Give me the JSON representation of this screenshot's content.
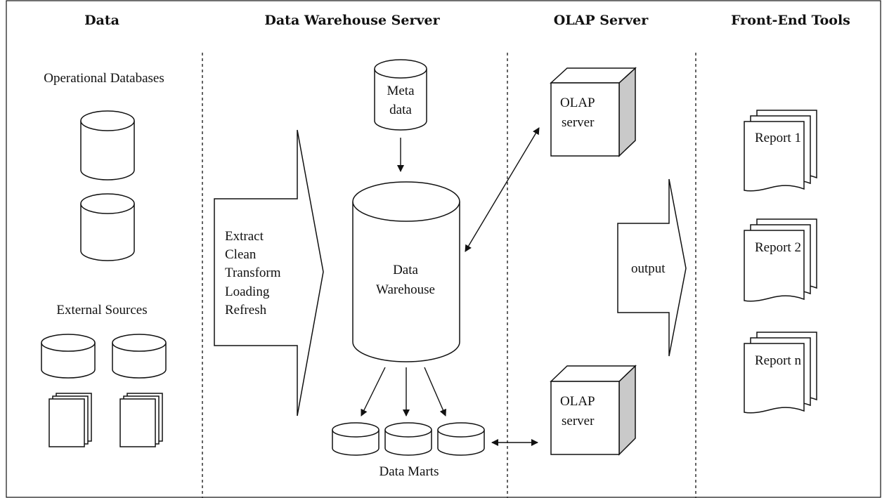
{
  "headers": {
    "data": "Data",
    "dw_server": "Data Warehouse Server",
    "olap_server": "OLAP Server",
    "front_end": "Front-End Tools"
  },
  "labels": {
    "operational_databases": "Operational Databases",
    "external_sources": "External Sources",
    "process": [
      "Extract",
      "Clean",
      "Transform",
      "Loading",
      "Refresh"
    ],
    "meta_data": [
      "Meta",
      "data"
    ],
    "data_warehouse": [
      "Data",
      "Warehouse"
    ],
    "data_marts": "Data Marts",
    "olap_server_top": [
      "OLAP",
      "server"
    ],
    "olap_server_bottom": [
      "OLAP",
      "server"
    ],
    "output": "output",
    "reports": [
      "Report  1",
      "Report  2",
      "Report  n"
    ]
  }
}
